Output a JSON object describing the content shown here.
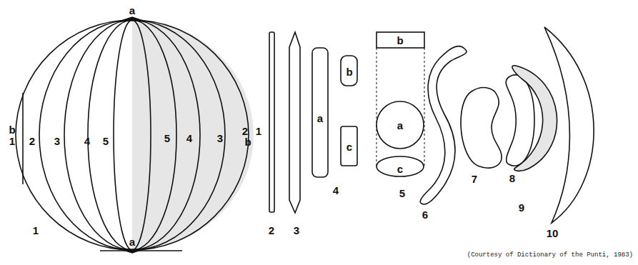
{
  "diagram": {
    "caption": "(Courtesy of Dictionary of the Punti, 1983)",
    "labels": [
      "a",
      "b",
      "1",
      "2",
      "3",
      "4",
      "5",
      "5",
      "4",
      "3",
      "2",
      "1",
      "b",
      "a",
      "a",
      "b",
      "c",
      "b",
      "a",
      "c",
      "1",
      "2",
      "3",
      "4",
      "5",
      "6",
      "7",
      "8",
      "9",
      "10"
    ]
  }
}
